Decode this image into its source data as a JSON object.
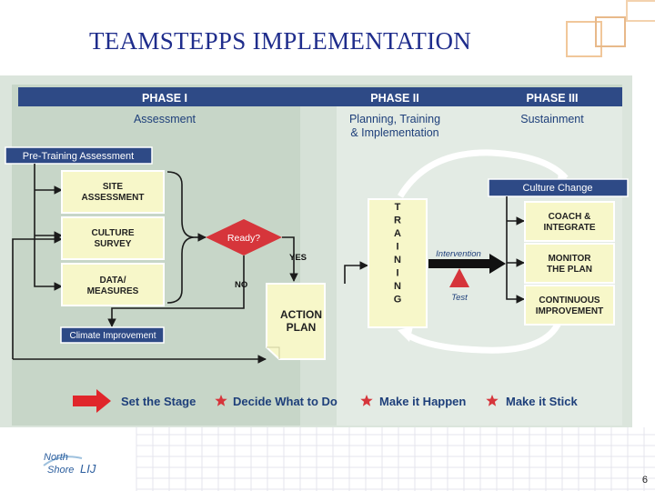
{
  "title": "TEAMSTEPPS IMPLEMENTATION",
  "header": {
    "phase1": "PHASE I",
    "phase2": "PHASE II",
    "phase3": "PHASE III",
    "phase1_sub": "Assessment",
    "phase2_sub1": "Planning, Training",
    "phase2_sub2": "& Implementation",
    "phase3_sub": "Sustainment"
  },
  "pre_training": "Pre-Training Assessment",
  "site": [
    "SITE",
    "ASSESSMENT"
  ],
  "culture": [
    "CULTURE",
    "SURVEY"
  ],
  "data": [
    "DATA/",
    "MEASURES"
  ],
  "ready": "Ready?",
  "yes": "YES",
  "no": "NO",
  "action": [
    "ACTION",
    "PLAN"
  ],
  "climate": "Climate Improvement",
  "training_letters": [
    "T",
    "R",
    "A",
    "I",
    "N",
    "I",
    "N",
    "G"
  ],
  "intervention": "Intervention",
  "test": "Test",
  "culture_change": "Culture Change",
  "coach": [
    "COACH &",
    "INTEGRATE"
  ],
  "monitor": [
    "MONITOR",
    "THE PLAN"
  ],
  "continuous": [
    "CONTINUOUS",
    "IMPROVEMENT"
  ],
  "legend": {
    "stage": "Set the Stage",
    "decide": "Decide What to Do",
    "happen": "Make it Happen",
    "stick": "Make it Stick"
  },
  "logo": {
    "line1": "North",
    "line2": "Shore",
    "line3": "LIJ"
  },
  "slide_number": "6",
  "colors": {
    "title": "#1f2d8c",
    "header_bar": "#2e4a86",
    "box_fill": "#f7f7c9",
    "label_bar": "#2e4a86",
    "ready_diamond": "#d6353b",
    "legend_arrow": "#e0262b",
    "phase_bg": "#c4d4c6"
  }
}
